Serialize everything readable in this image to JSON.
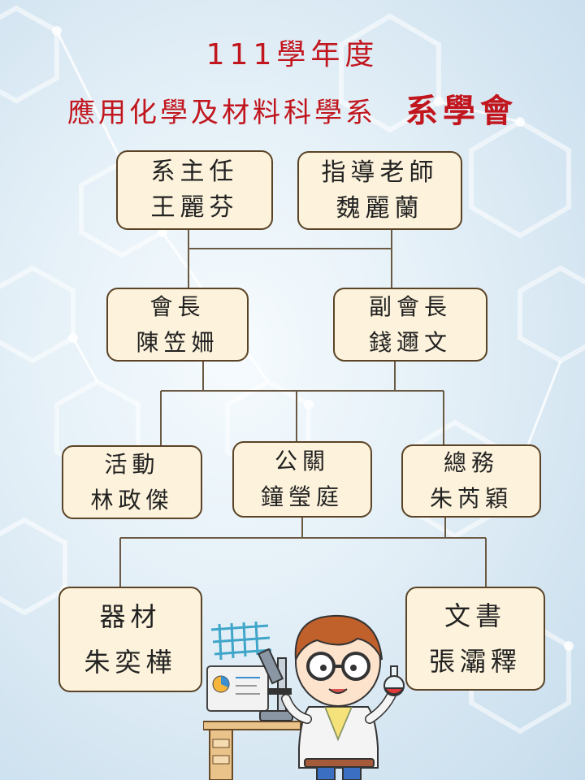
{
  "title": {
    "line1": "111學年度",
    "line2_dept": "應用化學及材料科學系",
    "line2_org": "系學會"
  },
  "org": {
    "chair": {
      "role": "系主任",
      "name": "王麗芬"
    },
    "advisor": {
      "role": "指導老師",
      "name": "魏麗蘭"
    },
    "president": {
      "role": "會長",
      "name": "陳笠姍"
    },
    "vice_president": {
      "role": "副會長",
      "name": "錢邇文"
    },
    "activities": {
      "role": "活動",
      "name": "林政傑"
    },
    "public_relations": {
      "role": "公關",
      "name": "鐘瑩庭"
    },
    "general_affairs": {
      "role": "總務",
      "name": "朱芮穎"
    },
    "equipment": {
      "role": "器材",
      "name": "朱奕樺"
    },
    "secretary": {
      "role": "文書",
      "name": "張灞釋"
    }
  },
  "colors": {
    "title": "#c2161e",
    "box_fill": "#fdf3dc",
    "box_border": "#5a4326",
    "line": "#6b5a43"
  }
}
